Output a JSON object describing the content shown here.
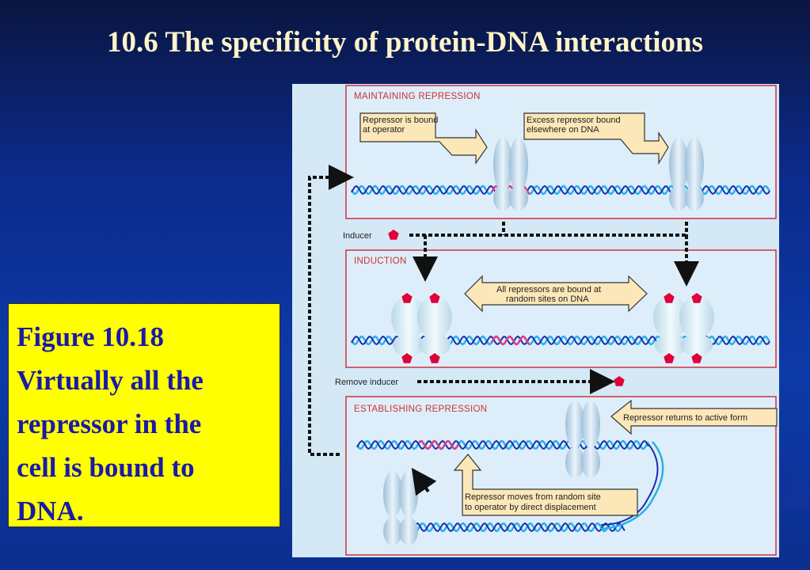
{
  "slide": {
    "title": "10.6 The specificity of protein-DNA interactions"
  },
  "caption": {
    "lines": [
      "Figure 10.18",
      "Virtually all the",
      "repressor in the",
      "cell is bound to",
      "DNA."
    ]
  },
  "figure": {
    "sections": {
      "maintaining": "MAINTAINING REPRESSION",
      "induction": "INDUCTION",
      "establishing": "ESTABLISHING REPRESSION"
    },
    "labels": {
      "repressor_at_operator_1": "Repressor is bound",
      "repressor_at_operator_2": "at operator",
      "excess_repressor_1": "Excess repressor bound",
      "excess_repressor_2": "elsewhere on DNA",
      "inducer": "Inducer",
      "all_repressors_1": "All repressors are bound at",
      "all_repressors_2": "random sites on DNA",
      "remove_inducer": "Remove inducer",
      "repressor_returns": "Repressor returns to active form",
      "repressor_moves_1": "Repressor moves from random site",
      "repressor_moves_2": "to operator by direct displacement"
    },
    "colors": {
      "dna_blue": "#1a2fb0",
      "dna_cyan": "#2ab0e8",
      "operator_pink": "#e04080",
      "inducer_red": "#e0003a",
      "box_border": "#d03040",
      "callout_fill": "#fbe7b8"
    }
  }
}
